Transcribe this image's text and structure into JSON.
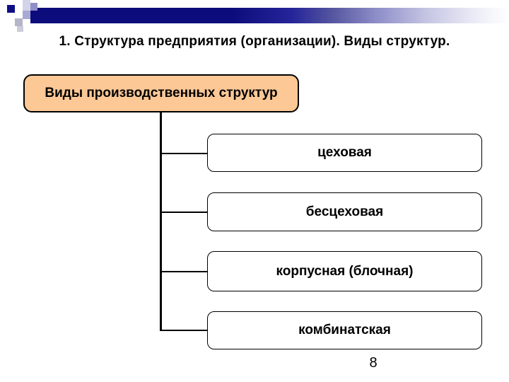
{
  "slide": {
    "title": "1. Структура предприятия (организации). Виды структур.",
    "page_number": "8"
  },
  "diagram": {
    "root": {
      "label": "Виды производственных структур",
      "fill": "#FBC896"
    },
    "children": [
      {
        "label": "цеховая"
      },
      {
        "label": "бесцеховая"
      },
      {
        "label": "корпусная (блочная)"
      },
      {
        "label": "комбинатская"
      }
    ]
  },
  "colors": {
    "root_fill": "#FBC896",
    "band_navy": "#0C0C7C",
    "connector": "#000000",
    "text": "#000000",
    "background": "#FFFFFF"
  }
}
